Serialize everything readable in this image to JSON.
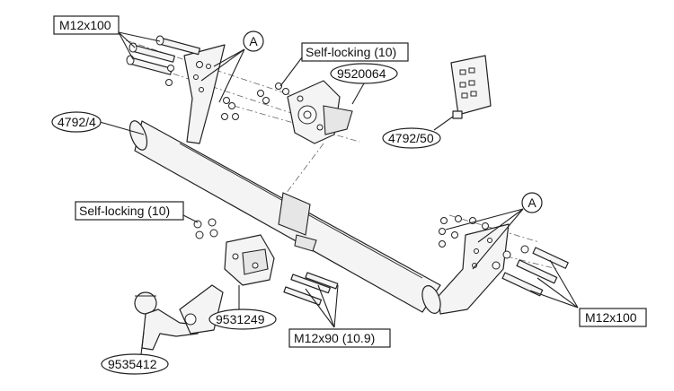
{
  "labels": {
    "bolt_top_left": "M12x100",
    "self_locking_top": "Self-locking (10)",
    "part_9520064": "9520064",
    "part_4792_4": "4792/4",
    "part_4792_50": "4792/50",
    "self_locking_left": "Self-locking (10)",
    "part_9531249": "9531249",
    "bolt_bottom": "M12x90 (10.9)",
    "part_9535412": "9535412",
    "bolt_right": "M12x100",
    "callout_a": "A"
  }
}
